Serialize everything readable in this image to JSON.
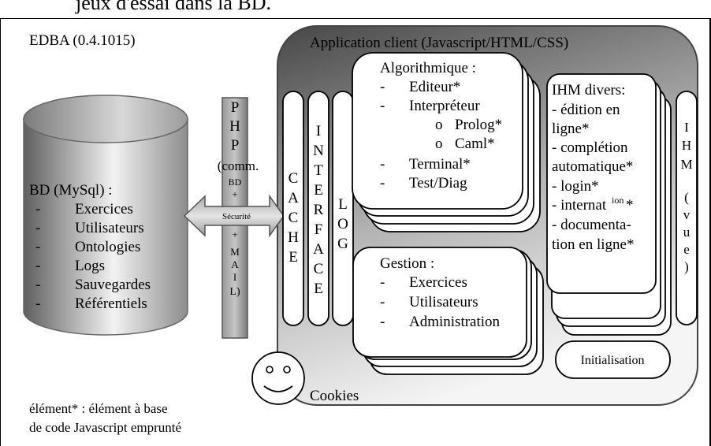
{
  "header_fragment": "jeux d'essai dans la BD.",
  "edba_version": "EDBA (0.4.1015)",
  "database": {
    "title": "BD (MySql) :",
    "items": [
      "Exercices",
      "Utilisateurs",
      "Ontologies",
      "Logs",
      "Sauvegardes",
      "Référentiels"
    ]
  },
  "php_bridge": {
    "letters_top": [
      "P",
      "H",
      "P"
    ],
    "comm_label": "(comm.",
    "bd_label": "BD",
    "plus1": "+",
    "security_label": "Sécurité",
    "plus2": "+",
    "mail_letters": [
      "M",
      "A",
      "I",
      "L)"
    ]
  },
  "app": {
    "title": "Application client (Javascript/HTML/CSS)",
    "cache_letters": [
      "C",
      "A",
      "C",
      "H",
      "E"
    ],
    "interface_letters": [
      "I",
      "N",
      "T",
      "E",
      "R",
      "F",
      "A",
      "C",
      "E"
    ],
    "log_letters": [
      "L",
      "O",
      "G"
    ],
    "algo": {
      "title": "Algorithmique :",
      "items": [
        "Editeur*",
        "Interpréteur",
        "Prolog*",
        "Caml*",
        "Terminal*",
        "Test/Diag"
      ]
    },
    "gestion": {
      "title": "Gestion :",
      "items": [
        "Exercices",
        "Utilisateurs",
        "Administration"
      ]
    },
    "ihm": {
      "title": "IHM divers:",
      "lines": [
        "- édition en",
        "ligne*",
        "- complétion",
        "automatique*",
        "- login*",
        "- internat",
        "ion",
        "*",
        "- documenta-",
        "tion en ligne*"
      ]
    },
    "vue_letters": [
      "I",
      "H",
      "M",
      "(",
      "v",
      "u",
      "e",
      ")"
    ],
    "init_label": "Initialisation",
    "cookies_label": "Cookies"
  },
  "bullets": {
    "dash": "-",
    "circle": "o"
  },
  "footnote": [
    "élément* : élément à base",
    "de code Javascript emprunté"
  ],
  "colors": {
    "app_gradient_start": "#4a4a4a",
    "app_gradient_end": "#f4f4f4",
    "db_gradient_dark": "#5f5f5f",
    "db_gradient_light": "#f2f2f2",
    "php_bar": "#8a8a8a"
  }
}
